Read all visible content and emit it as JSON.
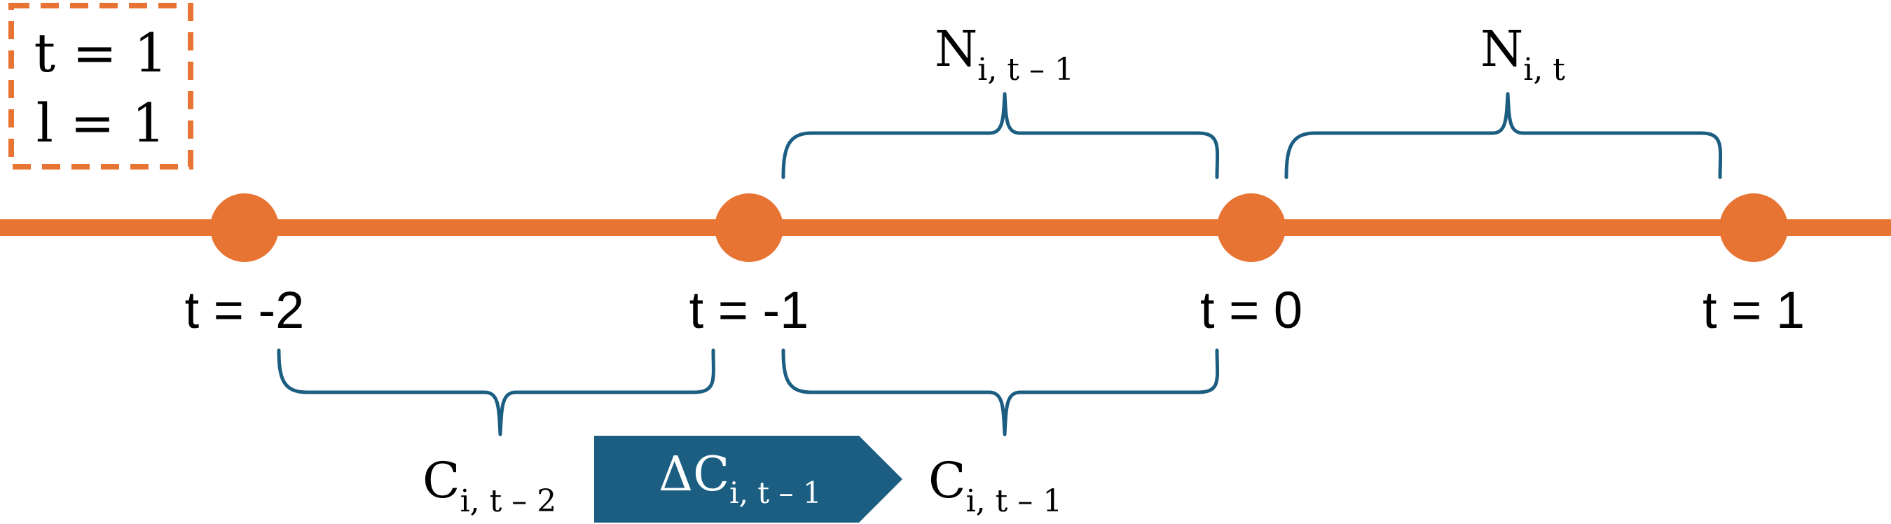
{
  "colors": {
    "accent": "#E87434",
    "brace": "#1B5E82",
    "arrow_fill": "#1B5E82",
    "text": "#000000",
    "arrow_text": "#FFFFFF"
  },
  "param_box": {
    "line1": "t = 1",
    "line2": "l = 1"
  },
  "timeline": {
    "points": [
      {
        "label": "t = -2"
      },
      {
        "label": "t = -1"
      },
      {
        "label": "t = 0"
      },
      {
        "label": "t = 1"
      }
    ]
  },
  "braces": {
    "top": [
      {
        "base": "N",
        "sub": "i, t – 1"
      },
      {
        "base": "N",
        "sub": "i, t"
      }
    ],
    "bottom": [
      {
        "base": "C",
        "sub": "i, t – 2"
      },
      {
        "base": "C",
        "sub": "i, t – 1"
      }
    ]
  },
  "change_arrow": {
    "base": "ΔC",
    "sub": "i, t – 1"
  }
}
